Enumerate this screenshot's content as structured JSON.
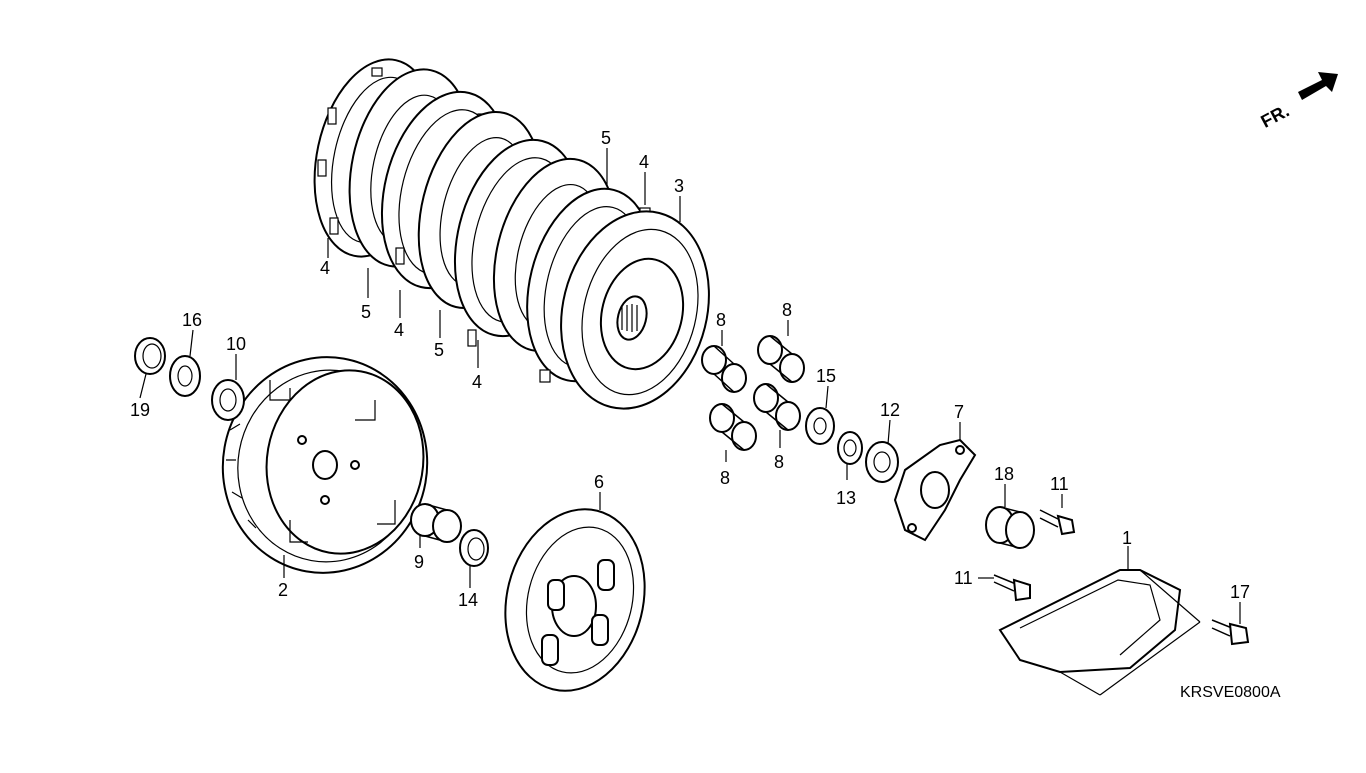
{
  "diagram": {
    "drawing_code": "KRSVE0800A",
    "front_marker": "FR.",
    "callouts": [
      {
        "id": "c1",
        "label": "1"
      },
      {
        "id": "c2",
        "label": "2"
      },
      {
        "id": "c3",
        "label": "3"
      },
      {
        "id": "c4a",
        "label": "4"
      },
      {
        "id": "c4b",
        "label": "4"
      },
      {
        "id": "c4c",
        "label": "4"
      },
      {
        "id": "c4d",
        "label": "4"
      },
      {
        "id": "c5a",
        "label": "5"
      },
      {
        "id": "c5b",
        "label": "5"
      },
      {
        "id": "c5c",
        "label": "5"
      },
      {
        "id": "c6",
        "label": "6"
      },
      {
        "id": "c7",
        "label": "7"
      },
      {
        "id": "c8a",
        "label": "8"
      },
      {
        "id": "c8b",
        "label": "8"
      },
      {
        "id": "c8c",
        "label": "8"
      },
      {
        "id": "c8d",
        "label": "8"
      },
      {
        "id": "c9",
        "label": "9"
      },
      {
        "id": "c10",
        "label": "10"
      },
      {
        "id": "c11a",
        "label": "11"
      },
      {
        "id": "c11b",
        "label": "11"
      },
      {
        "id": "c12",
        "label": "12"
      },
      {
        "id": "c13",
        "label": "13"
      },
      {
        "id": "c14",
        "label": "14"
      },
      {
        "id": "c15",
        "label": "15"
      },
      {
        "id": "c16",
        "label": "16"
      },
      {
        "id": "c17",
        "label": "17"
      },
      {
        "id": "c18",
        "label": "18"
      },
      {
        "id": "c19",
        "label": "19"
      }
    ]
  }
}
